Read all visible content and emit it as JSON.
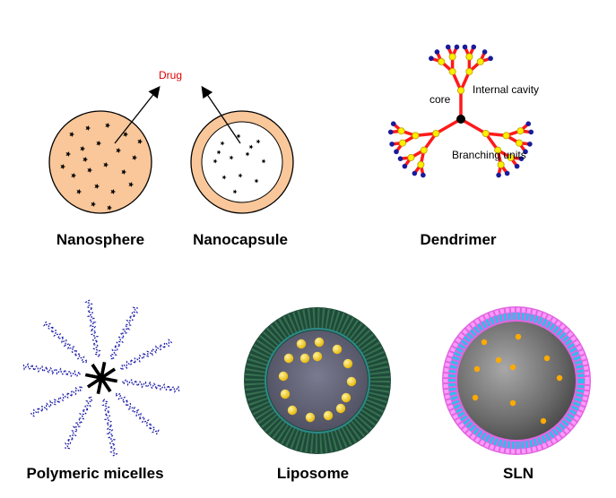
{
  "labels": {
    "drug": "Drug",
    "core": "core",
    "internal_cavity": "Internal cavity",
    "branching_units": "Branching units"
  },
  "captions": {
    "nanosphere": "Nanosphere",
    "nanocapsule": "Nanocapsule",
    "dendrimer": "Dendrimer",
    "polymeric_micelles": "Polymeric micelles",
    "liposome": "Liposome",
    "sln": "SLN"
  },
  "colors": {
    "drug_label": "#e00000",
    "nanosphere_fill": "#f9c79a",
    "capsule_shell": "#f9c79a",
    "dendrimer_branch": "#ff1a1a",
    "dendrimer_node": "#ffee00",
    "dendrimer_end": "#1a1a9c",
    "micelle_chain": "#1a1aa8",
    "liposome_outer": "#1f4a3a",
    "liposome_inner": "#5a5a6a",
    "liposome_dot": "#ffd400",
    "sln_shell": "#e066e0",
    "sln_ring": "#33bbee",
    "sln_core": "#6e6e6e",
    "sln_dot": "#ffaa00"
  }
}
